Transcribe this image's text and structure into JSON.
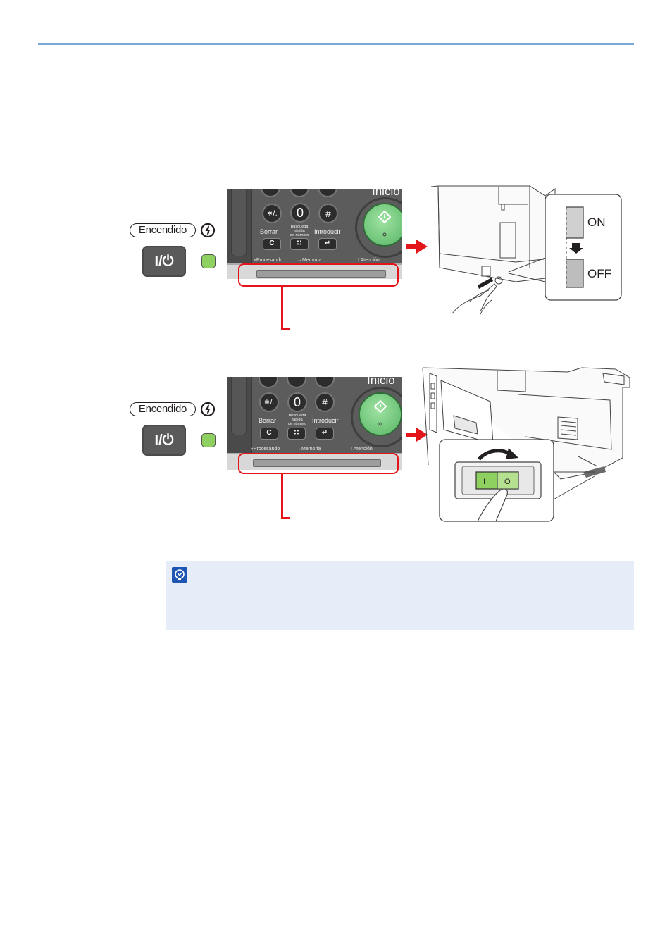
{
  "panel": {
    "power_label": "Encendido",
    "power_button_text": "I/⏻",
    "inicio_label": "Inicio",
    "key_star": "∗/.",
    "key_zero": "0",
    "key_hash": "#",
    "borrar_label": "Borrar",
    "borrar_key": "C",
    "busqueda_label_1": "Búsqueda",
    "busqueda_label_2": "rápida",
    "busqueda_label_3": "de número",
    "busqueda_key": "∷",
    "introducir_label": "Introducir",
    "introducir_key": "↵",
    "status_processing": "»Procesando",
    "status_memory": "→Memoria",
    "status_attention": "! Atención"
  },
  "switch_panel_1": {
    "on_label": "ON",
    "off_label": "OFF"
  },
  "switch_panel_2": {
    "on_mark": "I",
    "off_mark": "O"
  },
  "colors": {
    "accent_rule": "#7ba7d9",
    "highlight_red": "#e3151a",
    "led_green": "#8fd160",
    "start_green": "#56b463",
    "note_bg": "#e6ecf8",
    "note_icon": "#1f56b3"
  },
  "icons": {
    "power": "power-icon",
    "note": "hint-icon",
    "arrow": "red-arrow-right-icon"
  }
}
